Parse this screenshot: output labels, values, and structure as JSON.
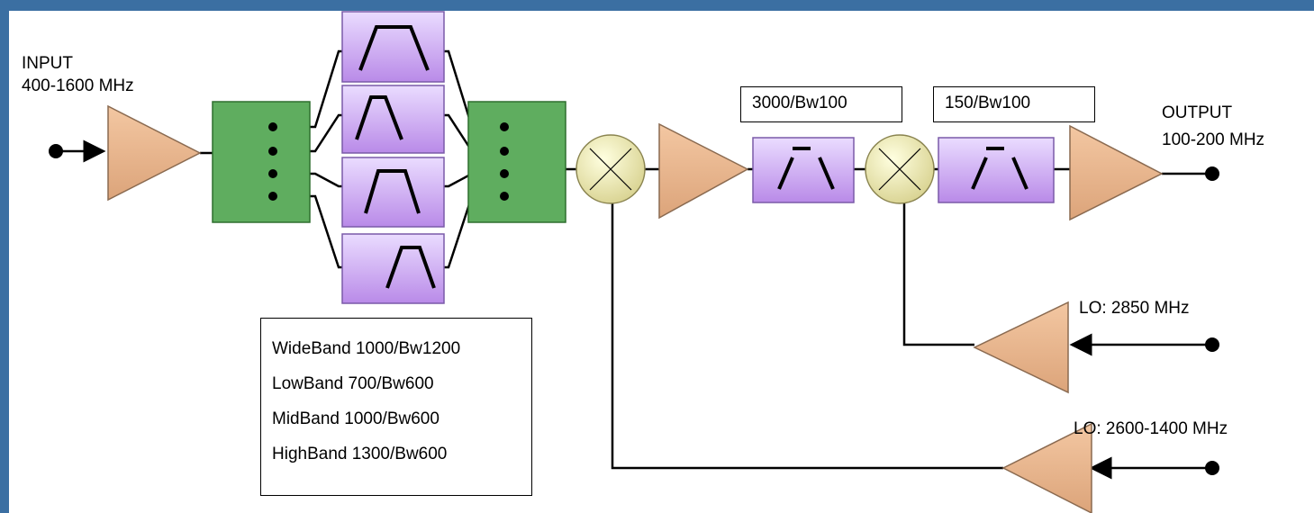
{
  "input": {
    "label": "INPUT",
    "range": "400-1600 MHz"
  },
  "output": {
    "label": "OUTPUT",
    "range": "100-200 MHz"
  },
  "filters": {
    "first_if": "3000/Bw100",
    "second_if": "150/Bw100"
  },
  "local_oscillators": {
    "lo1": "LO: 2600-1400 MHz",
    "lo2": "LO: 2850 MHz"
  },
  "band_table": [
    {
      "text": "WideBand  1000/Bw1200"
    },
    {
      "text": "LowBand   700/Bw600"
    },
    {
      "text": "MidBand   1000/Bw600"
    },
    {
      "text": "HighBand  1300/Bw600"
    }
  ],
  "colors": {
    "background": "#3b6fa2",
    "amplifier": "#e8b48c",
    "switch": "#5fad5f",
    "filter": "#c8a0f0",
    "mixer": "#f2eeb0"
  }
}
